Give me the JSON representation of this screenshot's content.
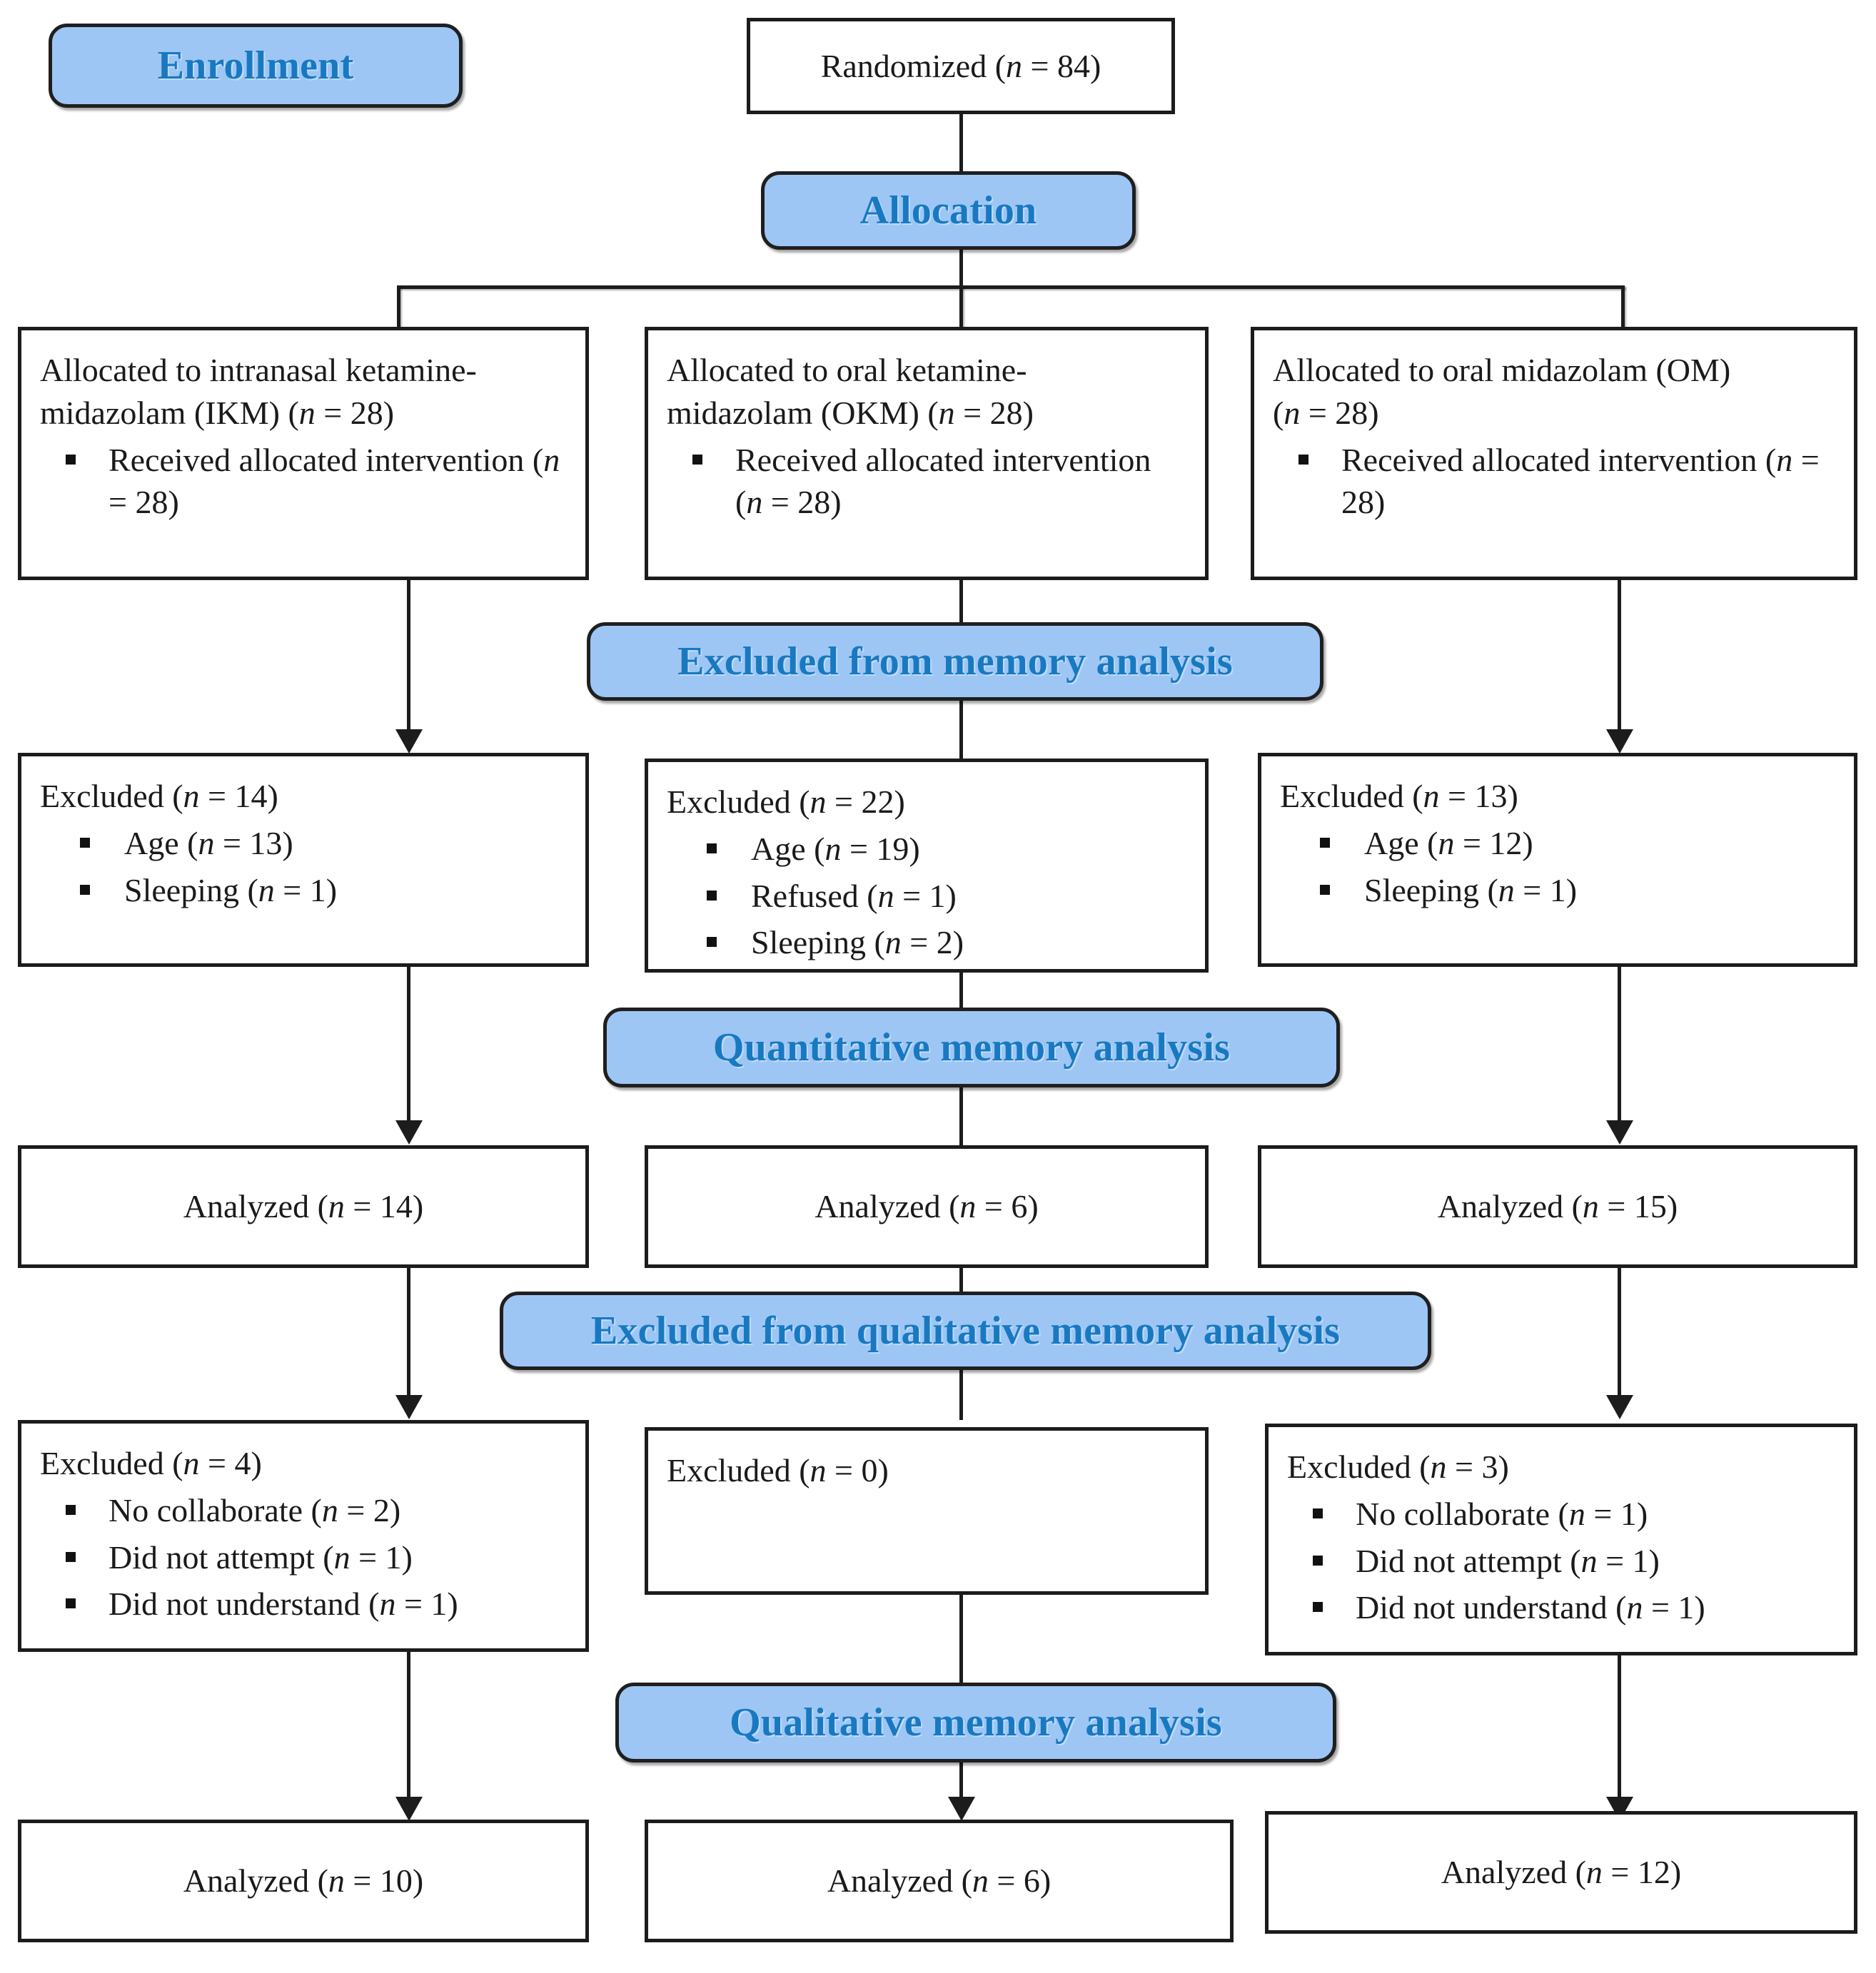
{
  "diagram": {
    "title": "CONSORT participant flow diagram",
    "accent_blue_fill": "#9DC6F5",
    "accent_blue_text": "#1879C0",
    "line_color": "#1C1C1C"
  },
  "stages": {
    "enrollment": "Enrollment",
    "allocation": "Allocation",
    "excluded_memory": "Excluded from memory analysis",
    "quantitative": "Quantitative memory analysis",
    "excluded_qualitative": "Excluded from qualitative memory analysis",
    "qualitative": "Qualitative memory analysis"
  },
  "randomized": {
    "label": "Randomized (",
    "n_symbol": "n",
    "value": " = 84)"
  },
  "arms": [
    {
      "id": "ikm",
      "allocation": {
        "line1": "Allocated to intranasal ketamine-",
        "line2_pre": "midazolam (IKM) (",
        "n_symbol": "n",
        "line2_post": " = 28)",
        "bullets": [
          {
            "pre": "Received allocated intervention (",
            "n_symbol": "n",
            "post": " = 28)"
          }
        ]
      },
      "excluded_memory": {
        "header_pre": "Excluded (",
        "n_symbol": "n",
        "header_post": " = 14)",
        "bullets": [
          {
            "pre": "Age (",
            "n_symbol": "n",
            "post": " = 13)"
          },
          {
            "pre": "Sleeping (",
            "n_symbol": "n",
            "post": " = 1)"
          }
        ]
      },
      "analyzed_quant": {
        "pre": "Analyzed (",
        "n_symbol": "n",
        "post": " = 14)"
      },
      "excluded_qual": {
        "header_pre": "Excluded (",
        "n_symbol": "n",
        "header_post": " = 4)",
        "bullets": [
          {
            "pre": "No collaborate (",
            "n_symbol": "n",
            "post": " = 2)"
          },
          {
            "pre": "Did not attempt (",
            "n_symbol": "n",
            "post": " = 1)"
          },
          {
            "pre": "Did not understand (",
            "n_symbol": "n",
            "post": " = 1)"
          }
        ]
      },
      "analyzed_qual": {
        "pre": "Analyzed (",
        "n_symbol": "n",
        "post": " = 10)"
      }
    },
    {
      "id": "okm",
      "allocation": {
        "line1": "Allocated to oral ketamine-",
        "line2_pre": "midazolam (OKM) (",
        "n_symbol": "n",
        "line2_post": " = 28)",
        "bullets": [
          {
            "pre": "Received allocated intervention (",
            "n_symbol": "n",
            "post": " = 28)"
          }
        ]
      },
      "excluded_memory": {
        "header_pre": "Excluded (",
        "n_symbol": "n",
        "header_post": " = 22)",
        "bullets": [
          {
            "pre": "Age (",
            "n_symbol": "n",
            "post": " = 19)"
          },
          {
            "pre": "Refused (",
            "n_symbol": "n",
            "post": " = 1)"
          },
          {
            "pre": "Sleeping (",
            "n_symbol": "n",
            "post": " = 2)"
          }
        ]
      },
      "analyzed_quant": {
        "pre": "Analyzed (",
        "n_symbol": "n",
        "post": " = 6)"
      },
      "excluded_qual": {
        "header_pre": "Excluded (",
        "n_symbol": "n",
        "header_post": " = 0)",
        "bullets": []
      },
      "analyzed_qual": {
        "pre": "Analyzed (",
        "n_symbol": "n",
        "post": " = 6)"
      }
    },
    {
      "id": "om",
      "allocation": {
        "line1": "Allocated to oral midazolam (OM)",
        "line2_pre": "(",
        "n_symbol": "n",
        "line2_post": " = 28)",
        "bullets": [
          {
            "pre": "Received allocated intervention (",
            "n_symbol": "n",
            "post": " = 28)"
          }
        ]
      },
      "excluded_memory": {
        "header_pre": "Excluded (",
        "n_symbol": "n",
        "header_post": " = 13)",
        "bullets": [
          {
            "pre": "Age (",
            "n_symbol": "n",
            "post": " = 12)"
          },
          {
            "pre": "Sleeping (",
            "n_symbol": "n",
            "post": " = 1)"
          }
        ]
      },
      "analyzed_quant": {
        "pre": "Analyzed (",
        "n_symbol": "n",
        "post": " = 15)"
      },
      "excluded_qual": {
        "header_pre": "Excluded (",
        "n_symbol": "n",
        "header_post": " = 3)",
        "bullets": [
          {
            "pre": "No collaborate (",
            "n_symbol": "n",
            "post": " = 1)"
          },
          {
            "pre": "Did not attempt (",
            "n_symbol": "n",
            "post": " = 1)"
          },
          {
            "pre": "Did not understand (",
            "n_symbol": "n",
            "post": " = 1)"
          }
        ]
      },
      "analyzed_qual": {
        "pre": "Analyzed (",
        "n_symbol": "n",
        "post": " = 12)"
      }
    }
  ]
}
